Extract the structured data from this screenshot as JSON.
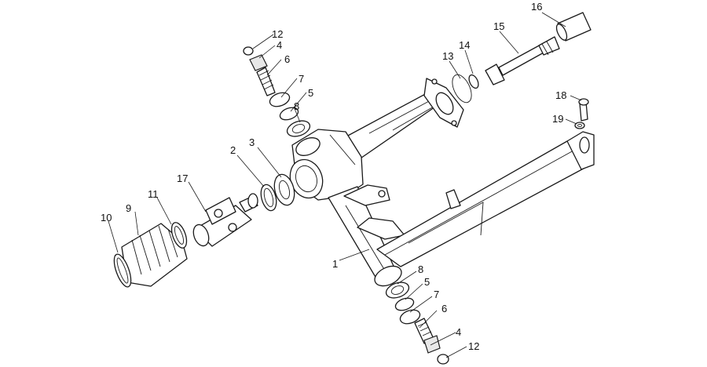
{
  "callouts": {
    "c1": "1",
    "c2": "2",
    "c3": "3",
    "c4a": "4",
    "c4b": "4",
    "c5a": "5",
    "c5b": "5",
    "c6a": "6",
    "c6b": "6",
    "c7a": "7",
    "c7b": "7",
    "c8a": "8",
    "c8b": "8",
    "c9": "9",
    "c10": "10",
    "c11": "11",
    "c12a": "12",
    "c12b": "12",
    "c13": "13",
    "c14": "14",
    "c15": "15",
    "c16": "16",
    "c17": "17",
    "c18": "18",
    "c19": "19"
  }
}
